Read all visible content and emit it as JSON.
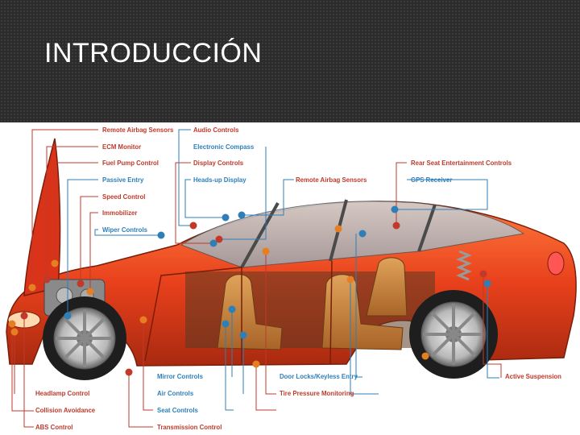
{
  "slide": {
    "title": "INTRODUCCIÓN"
  },
  "colors": {
    "header_bg": "#2b2b2b",
    "label_red": "#c0392b",
    "label_blue": "#2e7fb8",
    "car_body": "#e8401c"
  },
  "labels": {
    "remote_airbag_sensors_left": "Remote Airbag Sensors",
    "ecm_monitor": "ECM Monitor",
    "fuel_pump_control": "Fuel Pump Control",
    "passive_entry": "Passive Entry",
    "speed_control": "Speed Control",
    "immobilizer": "Immobilizer",
    "wiper_controls": "Wiper Controls",
    "audio_controls": "Audio Controls",
    "electronic_compass": "Electronic Compass",
    "display_controls": "Display Controls",
    "heads_up_display": "Heads-up Display",
    "remote_airbag_sensors_center": "Remote Airbag Sensors",
    "rear_seat_entertainment_controls": "Rear Seat Entertainment Controls",
    "gps_receiver": "GPS Receiver",
    "headlamp_control": "Headlamp Control",
    "collision_avoidance": "Collision Avoidance",
    "abs_control": "ABS Control",
    "mirror_controls": "Mirror Controls",
    "air_controls": "Air Controls",
    "seat_controls": "Seat Controls",
    "transmission_control": "Transmission Control",
    "door_locks_keyless_entry": "Door Locks/Keyless Entry",
    "tire_pressure_monitoring": "Tire Pressure Monitoring",
    "active_suspension": "Active Suspension"
  }
}
